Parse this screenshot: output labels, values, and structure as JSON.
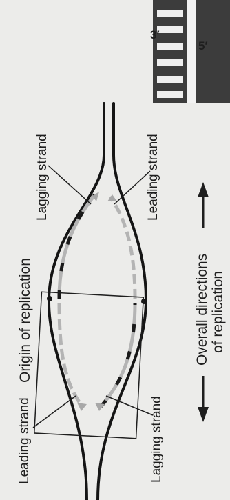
{
  "labels": {
    "origin": "Origin of replication",
    "leading_top": "Leading strand",
    "lagging_top": "Lagging strand",
    "leading_bottom": "Leading strand",
    "lagging_bottom": "Lagging strand",
    "overall_line1": "Overall directions",
    "overall_line2": "of replication"
  },
  "inset": {
    "end_3": "3′",
    "end_5": "5′"
  },
  "colors": {
    "parent_strand": "#151515",
    "new_strand_light": "#b4b4b4",
    "new_strand_dark": "#1a1a1a",
    "inset_bg": "#3c3c3c",
    "background": "#ececea"
  }
}
